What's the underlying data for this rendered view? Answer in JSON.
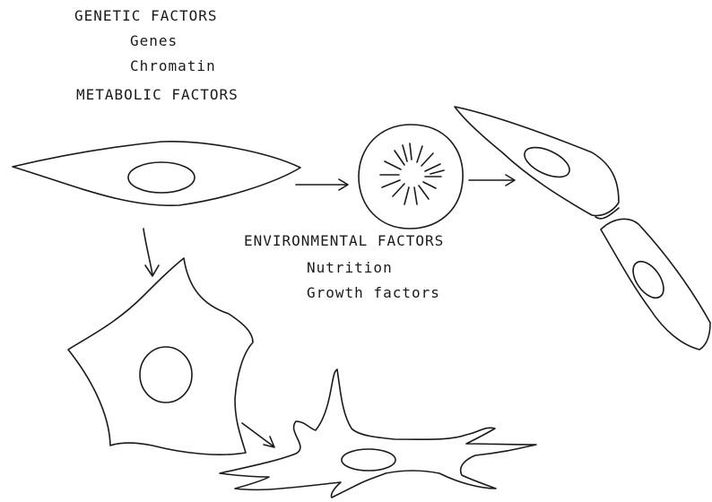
{
  "labels": {
    "genetic_title": "GENETIC FACTORS",
    "genetic_items": [
      "Genes",
      "Chromatin"
    ],
    "metabolic_title": "METABOLIC FACTORS",
    "environmental_title": "ENVIRONMENTAL FACTORS",
    "environmental_items": [
      "Nutrition",
      "Growth factors"
    ]
  },
  "colors": {
    "ink": "#1a1a1a",
    "background": "#ffffff"
  }
}
